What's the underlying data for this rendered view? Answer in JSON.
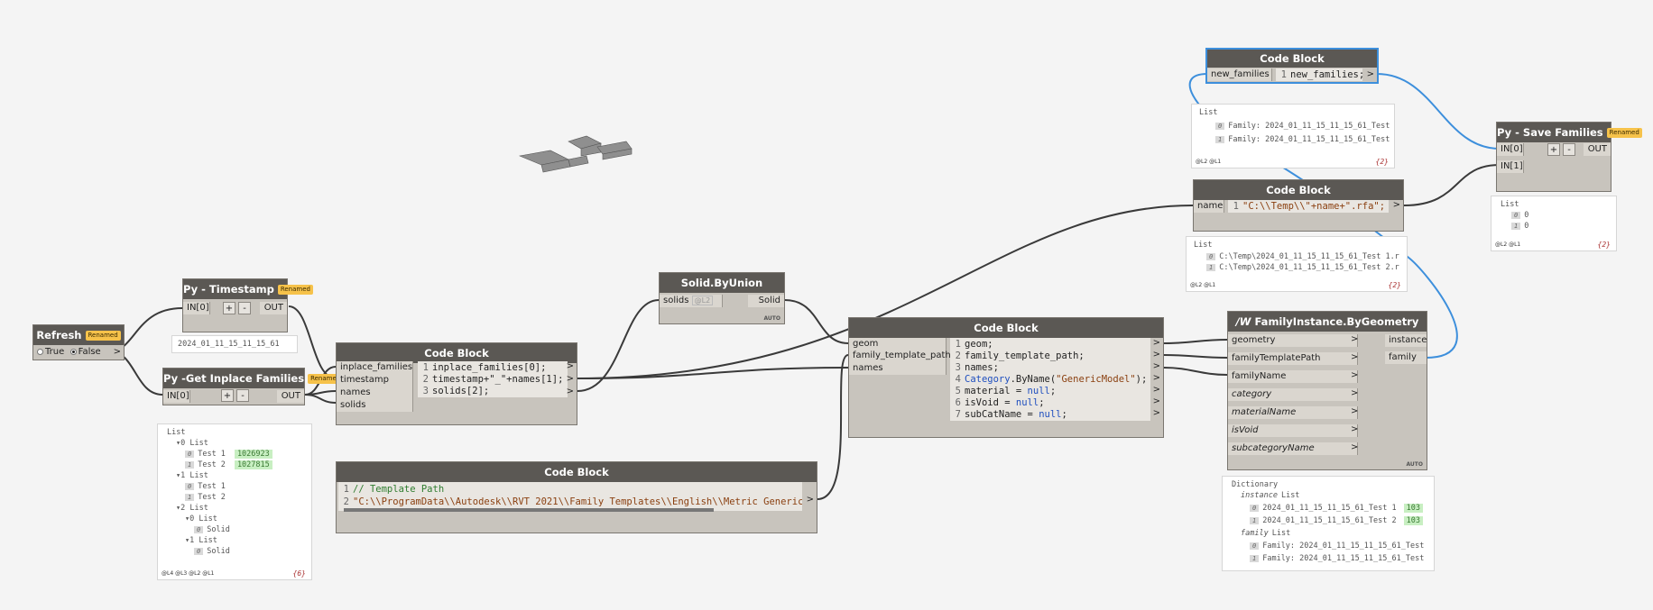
{
  "colors": {
    "wire": "#3a3a3a",
    "selected_wire": "#3d8fdc",
    "badge": "#f6c24a"
  },
  "refresh_node": {
    "title": "Refresh",
    "badge": "Renamed",
    "true_label": "True",
    "false_label": "False",
    "selected": "False",
    "out_arrow": ">"
  },
  "timestamp_node": {
    "title": "Py - Timestamp",
    "badge": "Renamed",
    "input": "IN[0]",
    "plus": "+",
    "minus": "-",
    "output": "OUT",
    "preview_value": "2024_01_11_15_11_15_61"
  },
  "inplace_node": {
    "title": "Py -Get Inplace Families",
    "badge": "Renamed",
    "input": "IN[0]",
    "plus": "+",
    "minus": "-",
    "output": "OUT",
    "preview": {
      "root": "List",
      "rows": [
        {
          "indent": 1,
          "idx": "",
          "text": "▾0 List"
        },
        {
          "indent": 2,
          "idx": "0",
          "text": "Test 1",
          "value": "1026923"
        },
        {
          "indent": 2,
          "idx": "1",
          "text": "Test 2",
          "value": "1027815"
        },
        {
          "indent": 1,
          "idx": "",
          "text": "▾1 List"
        },
        {
          "indent": 2,
          "idx": "0",
          "text": "Test 1"
        },
        {
          "indent": 2,
          "idx": "1",
          "text": "Test 2"
        },
        {
          "indent": 1,
          "idx": "",
          "text": "▾2 List"
        },
        {
          "indent": 2,
          "idx": "",
          "text": "▾0 List"
        },
        {
          "indent": 3,
          "idx": "0",
          "text": "Solid"
        },
        {
          "indent": 2,
          "idx": "",
          "text": "▾1 List"
        },
        {
          "indent": 3,
          "idx": "0",
          "text": "Solid"
        }
      ],
      "levels": "@L4 @L3 @L2 @L1",
      "count": "{6}"
    }
  },
  "code_block_1": {
    "title": "Code Block",
    "inputs": [
      "inplace_families",
      "timestamp",
      "names",
      "solids"
    ],
    "lines": [
      "inplace_families[0];",
      "timestamp+\"_\"+names[1];",
      "solids[2];"
    ]
  },
  "code_block_template": {
    "title": "Code Block",
    "lines": [
      "// Template Path",
      "\"C:\\\\ProgramData\\\\Autodesk\\\\RVT 2021\\\\Family Templates\\\\English\\\\Metric Generic"
    ]
  },
  "union_node": {
    "title": "Solid.ByUnion",
    "input": "solids",
    "input_hint": "@L2",
    "output": "Solid",
    "lacing": "AUTO"
  },
  "code_block_main": {
    "title": "Code Block",
    "inputs": [
      "geom",
      "family_template_path",
      "names"
    ],
    "lines": [
      {
        "a": "geom;"
      },
      {
        "a": "family_template_path;"
      },
      {
        "a": "names;"
      },
      {
        "kw": "Category",
        "a": ".ByName(",
        "s": "\"GenericModel\"",
        "b": ");"
      },
      {
        "a": "material = ",
        "kw2": "null",
        "b": ";"
      },
      {
        "a": "isVoid = ",
        "kw2": "null",
        "b": ";"
      },
      {
        "a": "subCatName = ",
        "kw2": "null",
        "b": ";"
      }
    ]
  },
  "code_block_top": {
    "title": "Code Block",
    "input": "new_families",
    "line": "new_families;",
    "preview": {
      "root": "List",
      "rows": [
        {
          "idx": "0",
          "text": "Family: 2024_01_11_15_11_15_61_Test"
        },
        {
          "idx": "1",
          "text": "Family: 2024_01_11_15_11_15_61_Test"
        }
      ],
      "levels": "@L2 @L1",
      "count": "{2}"
    }
  },
  "code_block_name": {
    "title": "Code Block",
    "input": "name",
    "line": "\"C:\\\\Temp\\\\\"+name+\".rfa\";",
    "preview": {
      "root": "List",
      "rows": [
        {
          "idx": "0",
          "text": "C:\\Temp\\2024_01_11_15_11_15_61_Test 1.r"
        },
        {
          "idx": "1",
          "text": "C:\\Temp\\2024_01_11_15_11_15_61_Test 2.r"
        }
      ],
      "levels": "@L2 @L1",
      "count": "{2}"
    }
  },
  "save_node": {
    "title": "Py - Save Families",
    "badge": "Renamed",
    "inputs": [
      "IN[0]",
      "IN[1]"
    ],
    "plus": "+",
    "minus": "-",
    "output": "OUT",
    "preview": {
      "root": "List",
      "rows": [
        {
          "idx": "0",
          "text": "0"
        },
        {
          "idx": "1",
          "text": "0"
        }
      ],
      "levels": "@L2 @L1",
      "count": "{2}"
    }
  },
  "family_instance_node": {
    "title": "FamilyInstance.ByGeometry",
    "prefix": "/W",
    "inputs": [
      "geometry",
      "familyTemplatePath",
      "familyName",
      "category",
      "materialName",
      "isVoid",
      "subcategoryName"
    ],
    "outputs": [
      "instance",
      "family"
    ],
    "lacing": "AUTO",
    "preview": {
      "root": "Dictionary",
      "rows": [
        {
          "indent": 1,
          "key": "instance",
          "text": "List"
        },
        {
          "indent": 2,
          "idx": "0",
          "text": "2024_01_11_15_11_15_61_Test 1",
          "value": "103"
        },
        {
          "indent": 2,
          "idx": "1",
          "text": "2024_01_11_15_11_15_61_Test 2",
          "value": "103"
        },
        {
          "indent": 1,
          "key": "family",
          "text": "List"
        },
        {
          "indent": 2,
          "idx": "0",
          "text": "Family: 2024_01_11_15_11_15_61_Test"
        },
        {
          "indent": 2,
          "idx": "1",
          "text": "Family: 2024_01_11_15_11_15_61_Test"
        }
      ]
    }
  }
}
